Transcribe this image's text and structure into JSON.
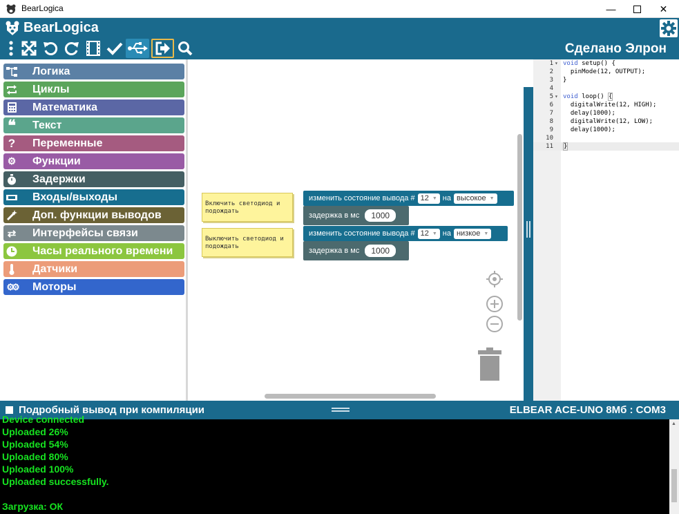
{
  "window": {
    "title": "BearLogica"
  },
  "header": {
    "brand": "BearLogica",
    "user": "Сделано Элрон"
  },
  "toolbar": {
    "buttons": [
      "menu-icon",
      "fullscreen-icon",
      "undo-icon",
      "redo-icon",
      "film-icon",
      "check-icon",
      "usb-icon",
      "upload-icon",
      "search-icon"
    ]
  },
  "categories": [
    {
      "label": "Логика",
      "color": "#5b80a5",
      "icon": "logic-icon"
    },
    {
      "label": "Циклы",
      "color": "#5ba55b",
      "icon": "loop-icon"
    },
    {
      "label": "Математика",
      "color": "#5b67a5",
      "icon": "calculator-icon"
    },
    {
      "label": "Текст",
      "color": "#5ba58c",
      "icon": "quote-icon"
    },
    {
      "label": "Переменные",
      "color": "#a55b80",
      "icon": "question-icon"
    },
    {
      "label": "Функции",
      "color": "#995ba5",
      "icon": "gear-icon"
    },
    {
      "label": "Задержки",
      "color": "#455f63",
      "icon": "stopwatch-icon"
    },
    {
      "label": "Входы/выходы",
      "color": "#176e8f",
      "icon": "io-icon"
    },
    {
      "label": "Доп. функции выводов",
      "color": "#6b6235",
      "icon": "wand-icon"
    },
    {
      "label": "Интерфейсы связи",
      "color": "#7c898e",
      "icon": "arrows-icon"
    },
    {
      "label": "Часы реального времени",
      "color": "#8cc63f",
      "icon": "clock-icon"
    },
    {
      "label": "Датчики",
      "color": "#ec9c79",
      "icon": "thermometer-icon"
    },
    {
      "label": "Моторы",
      "color": "#3366cc",
      "icon": "gears-icon"
    }
  ],
  "workspace": {
    "comments": [
      "Включить светодиод и подождать",
      "Выключить светодиод и подождать"
    ],
    "blocks": [
      {
        "text": "изменить состояние вывода #",
        "pin": "12",
        "on": "на",
        "state": "высокое"
      },
      {
        "text": "задержка в мс",
        "value": "1000"
      },
      {
        "text": "изменить состояние вывода #",
        "pin": "12",
        "on": "на",
        "state": "низкое"
      },
      {
        "text": "задержка в мс",
        "value": "1000"
      }
    ]
  },
  "code": [
    {
      "n": "1",
      "fold": "▾",
      "text": "void setup() {"
    },
    {
      "n": "2",
      "fold": "",
      "text": "  pinMode(12, OUTPUT);"
    },
    {
      "n": "3",
      "fold": "",
      "text": "}"
    },
    {
      "n": "4",
      "fold": "",
      "text": ""
    },
    {
      "n": "5",
      "fold": "▾",
      "text": "void loop() {"
    },
    {
      "n": "6",
      "fold": "",
      "text": "  digitalWrite(12, HIGH);"
    },
    {
      "n": "7",
      "fold": "",
      "text": "  delay(1000);"
    },
    {
      "n": "8",
      "fold": "",
      "text": "  digitalWrite(12, LOW);"
    },
    {
      "n": "9",
      "fold": "",
      "text": "  delay(1000);"
    },
    {
      "n": "10",
      "fold": "",
      "text": ""
    },
    {
      "n": "11",
      "fold": "",
      "text": "}"
    }
  ],
  "status": {
    "verbose_label": "Подробный вывод при компиляции",
    "board": "ELBEAR ACE-UNO 8Мб : COM3"
  },
  "console": {
    "lines": [
      "Device connected",
      "Uploaded 26%",
      "Uploaded 54%",
      "Uploaded 80%",
      "Uploaded 100%",
      "Uploaded successfully.",
      "",
      "Загрузка: ОК"
    ]
  }
}
